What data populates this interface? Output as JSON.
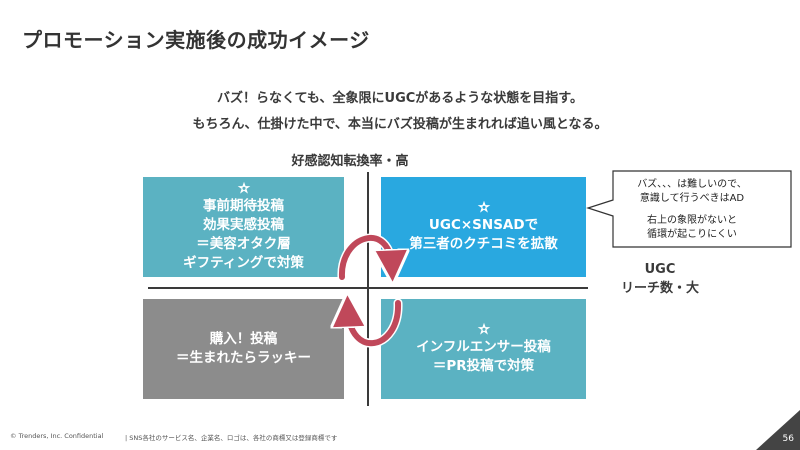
{
  "slide": {
    "title": "プロモーション実施後の成功イメージ",
    "subtitle_1": "バズ！らなくても、全象限にUGCがあるような状態を目指す。",
    "subtitle_2": "もちろん、仕掛けた中で、本当にバズ投稿が生まれれば追い風となる。",
    "axis_y_label": "好感認知転換率・高",
    "axis_x_label_1": "UGC",
    "axis_x_label_2": "リーチ数・大",
    "quadrants": {
      "top_left": [
        "事前期待投稿",
        "効果実感投稿",
        "＝美容オタク層",
        "ギフティングで対策"
      ],
      "top_right": [
        "UGC×SNSADで",
        "第三者のクチコミを拡散"
      ],
      "bottom_left": [
        "購入！投稿",
        "＝生まれたらラッキー"
      ],
      "bottom_right": [
        "インフルエンサー投稿",
        "＝PR投稿で対策"
      ]
    },
    "callout": {
      "line_1": "バズ、、、は難しいので、",
      "line_2": "意識して行うべきはAD",
      "line_3": "右上の象限がないと",
      "line_4": "循環が起こりにくい"
    },
    "footer_left": "© Trenders, Inc. Confidential",
    "footer_mid": "| SNS各社のサービス名、企業名、ロゴは、各社の商標又は登録商標です",
    "page_number": "56"
  },
  "colors": {
    "teal": "#5bb2c2",
    "blue": "#29a8e0",
    "gray": "#8c8c8c",
    "arrow_red": "#c0485a",
    "corner_dark": "#444444"
  }
}
